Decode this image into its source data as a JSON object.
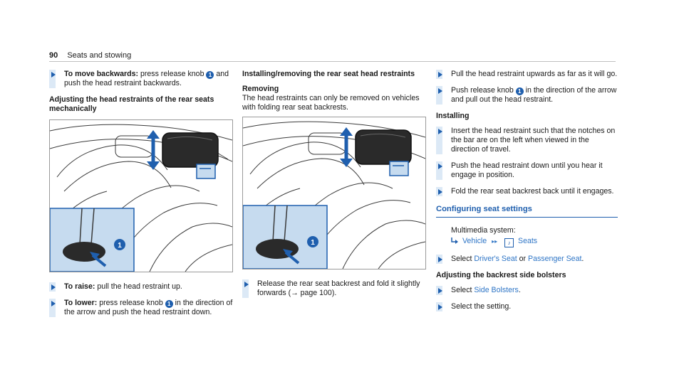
{
  "header": {
    "page_number": "90",
    "section": "Seats and stowing"
  },
  "col1": {
    "step_move_back": {
      "lead": "To move backwards:",
      "text1": " press release knob ",
      "text2": " and push the head restraint backwards."
    },
    "subhead": "Adjusting the head restraints of the rear seats mechanically",
    "callout": "1",
    "step_raise": {
      "lead": "To raise:",
      "text": " pull the head restraint up."
    },
    "step_lower": {
      "lead": "To lower:",
      "text1": " press release knob ",
      "text2": " in the direction of the arrow and push the head restraint down."
    }
  },
  "col2": {
    "subhead": "Installing/removing the rear seat head restraints",
    "removing_title": "Removing",
    "removing_text": "The head restraints can only be removed on vehicles with folding rear seat backrests.",
    "callout": "1",
    "step_release": {
      "text": "Release the rear seat backrest and fold it slightly forwards (",
      "ref": "→ page 100",
      "end": ")."
    }
  },
  "col3": {
    "step_pull": "Pull the head restraint upwards as far as it will go.",
    "step_push_knob": {
      "text1": "Push release knob ",
      "text2": " in the direction of the arrow and pull out the head restraint."
    },
    "installing_title": "Installing",
    "step_insert": "Insert the head restraint such that the notches on the bar are on the left when viewed in the direction of travel.",
    "step_push_down": "Push the head restraint down until you hear it engage in position.",
    "step_fold": "Fold the rear seat backrest back until it engages.",
    "section_title": "Configuring seat settings",
    "multimedia_label": "Multimedia system:",
    "path": {
      "vehicle": "Vehicle",
      "sep": "▸▸",
      "seats": "Seats"
    },
    "step_select_seat": {
      "text1": "Select ",
      "drivers": "Driver's Seat",
      "or": " or ",
      "passenger": "Passenger Seat",
      "end": "."
    },
    "bolsters_title": "Adjusting the backrest side bolsters",
    "step_select_bolsters": {
      "text1": "Select ",
      "bolsters": "Side Bolsters",
      "end": "."
    },
    "step_select_setting": "Select the setting."
  },
  "colors": {
    "accent": "#1f5fae",
    "menu_link": "#2e75c6",
    "callout_bg": "#c6dbef"
  }
}
